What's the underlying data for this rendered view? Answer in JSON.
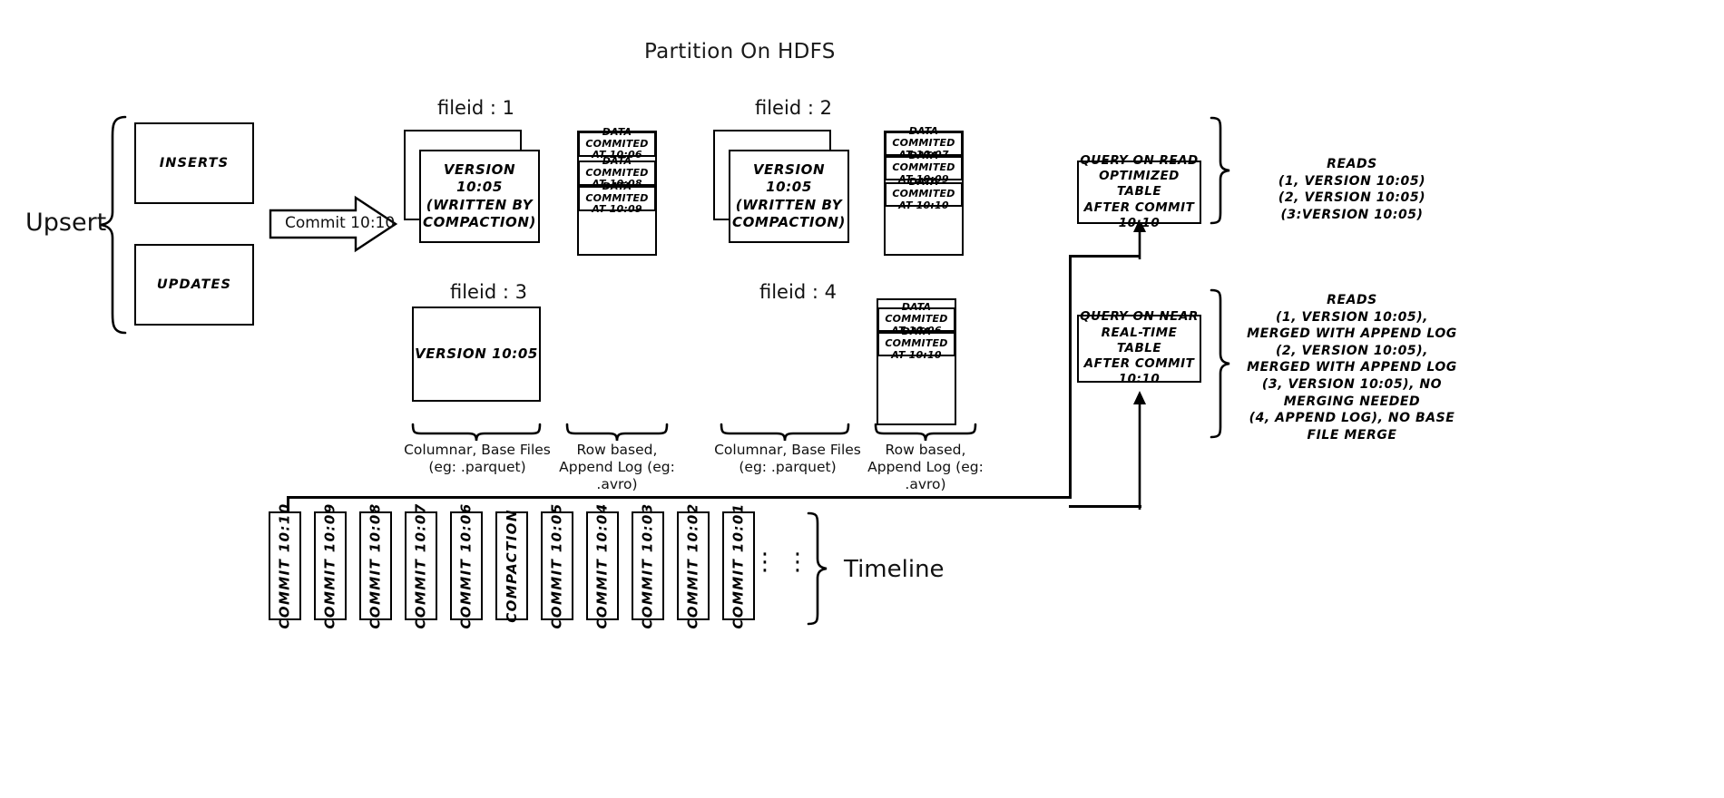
{
  "title": "Partition On HDFS",
  "left": {
    "upsert_label": "Upsert",
    "inserts_label": "INSERTS",
    "updates_label": "UPDATES",
    "commit_arrow_label": "Commit 10:10"
  },
  "file_groups": [
    {
      "fileid_label": "fileid : 1",
      "base_file_label": "VERSION 10:05\n(WRITTEN BY\nCOMPACTION)",
      "stacked": true,
      "log_entries": [
        "DATA COMMITED\nAT 10:06",
        "DATA COMMITED\nAT 10:08",
        "DATA COMMITED\nAT 10:09"
      ]
    },
    {
      "fileid_label": "fileid : 2",
      "base_file_label": "VERSION 10:05\n(WRITTEN BY\nCOMPACTION)",
      "stacked": true,
      "log_entries": [
        "DATA COMMITED\nAT 10:07",
        "DATA COMMITED\nAT 10:09",
        "DATA COMMITED\nAT 10:10"
      ]
    },
    {
      "fileid_label": "fileid : 3",
      "base_file_label": "VERSION 10:05",
      "stacked": false,
      "log_entries": []
    },
    {
      "fileid_label": "fileid : 4",
      "base_file_label": "",
      "stacked": false,
      "log_entries": [
        "DATA COMMITED\nAT 10:06",
        "DATA COMMITED\nAT 10:10"
      ]
    }
  ],
  "captions": {
    "columnar_left": "Columnar, Base Files\n(eg: .parquet)",
    "rowlog_left": "Row based,\nAppend Log  (eg:\n.avro)",
    "columnar_right": "Columnar, Base Files\n(eg: .parquet)",
    "rowlog_right": "Row based,\nAppend Log  (eg:\n.avro)"
  },
  "queries": [
    {
      "box_label": "QUERY ON READ\nOPTIMIZED TABLE\nAFTER COMMIT\n10:10",
      "reads_label": "READS\n(1, VERSION 10:05)\n(2, VERSION 10:05)\n(3:VERSION 10:05)"
    },
    {
      "box_label": "QUERY ON NEAR\nREAL-TIME TABLE\nAFTER COMMIT\n10:10",
      "reads_label": "READS\n(1, VERSION 10:05),\nMERGED WITH APPEND LOG\n(2, VERSION 10:05),\nMERGED WITH APPEND LOG\n(3, VERSION 10:05), NO\nMERGING NEEDED\n(4, APPEND LOG), NO BASE\nFILE MERGE"
    }
  ],
  "timeline": {
    "label": "Timeline",
    "ellipsis": "⋮",
    "items": [
      "COMMIT  10:10",
      "COMMIT  10:09",
      "COMMIT  10:08",
      "COMMIT  10:07",
      "COMMIT  10:06",
      "COMPACTION",
      "COMMIT  10:05",
      "COMMIT  10:04",
      "COMMIT  10:03",
      "COMMIT  10:02",
      "COMMIT  10:01"
    ]
  },
  "colors": {
    "stroke": "#000000",
    "background": "#ffffff"
  }
}
